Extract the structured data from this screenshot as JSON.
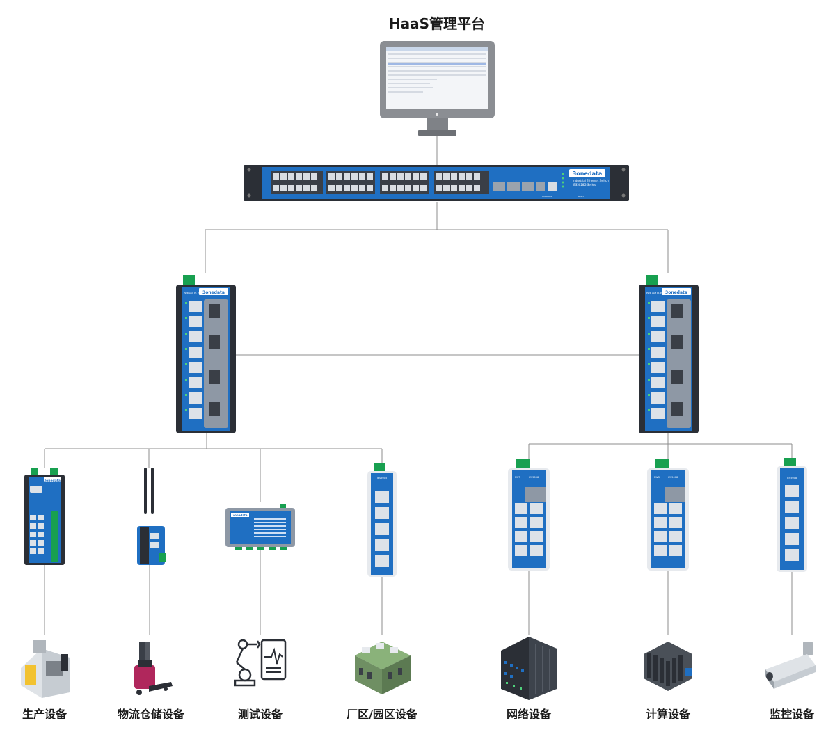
{
  "title": "HaaS管理平台",
  "core_switch": {
    "brand": "3onedata",
    "model_line1": "Industrial Ethernet Switch",
    "model_line2": "IES5028G Series",
    "console_label": "CONSOLE",
    "reset_label": "RESET"
  },
  "aggregation_switches": [
    {
      "brand": "3onedata",
      "status_labels": "PWR ALM P1 P2"
    },
    {
      "brand": "3onedata",
      "status_labels": "PWR ALM P1 P2"
    }
  ],
  "edge_devices": {
    "gateway_brand": "3onedata",
    "serial_server_brand": "3onedata",
    "din_switch_1": "IES5008",
    "din_switch_2": "IES5008",
    "din_switch_3": "IES5008",
    "din_switch_4": "IES5005",
    "din_pwr": "PWR"
  },
  "devices": [
    {
      "label": "生产设备",
      "icon": "cnc-machine-icon"
    },
    {
      "label": "物流仓储设备",
      "icon": "forklift-icon"
    },
    {
      "label": "测试设备",
      "icon": "robot-arm-tester-icon"
    },
    {
      "label": "厂区/园区设备",
      "icon": "factory-building-icon"
    },
    {
      "label": "网络设备",
      "icon": "server-rack-icon"
    },
    {
      "label": "计算设备",
      "icon": "plc-rack-icon"
    },
    {
      "label": "监控设备",
      "icon": "surveillance-camera-icon"
    }
  ],
  "colors": {
    "switch_blue": "#1f6fc2",
    "green_tab": "#18a050",
    "chassis": "#2b2f36"
  }
}
